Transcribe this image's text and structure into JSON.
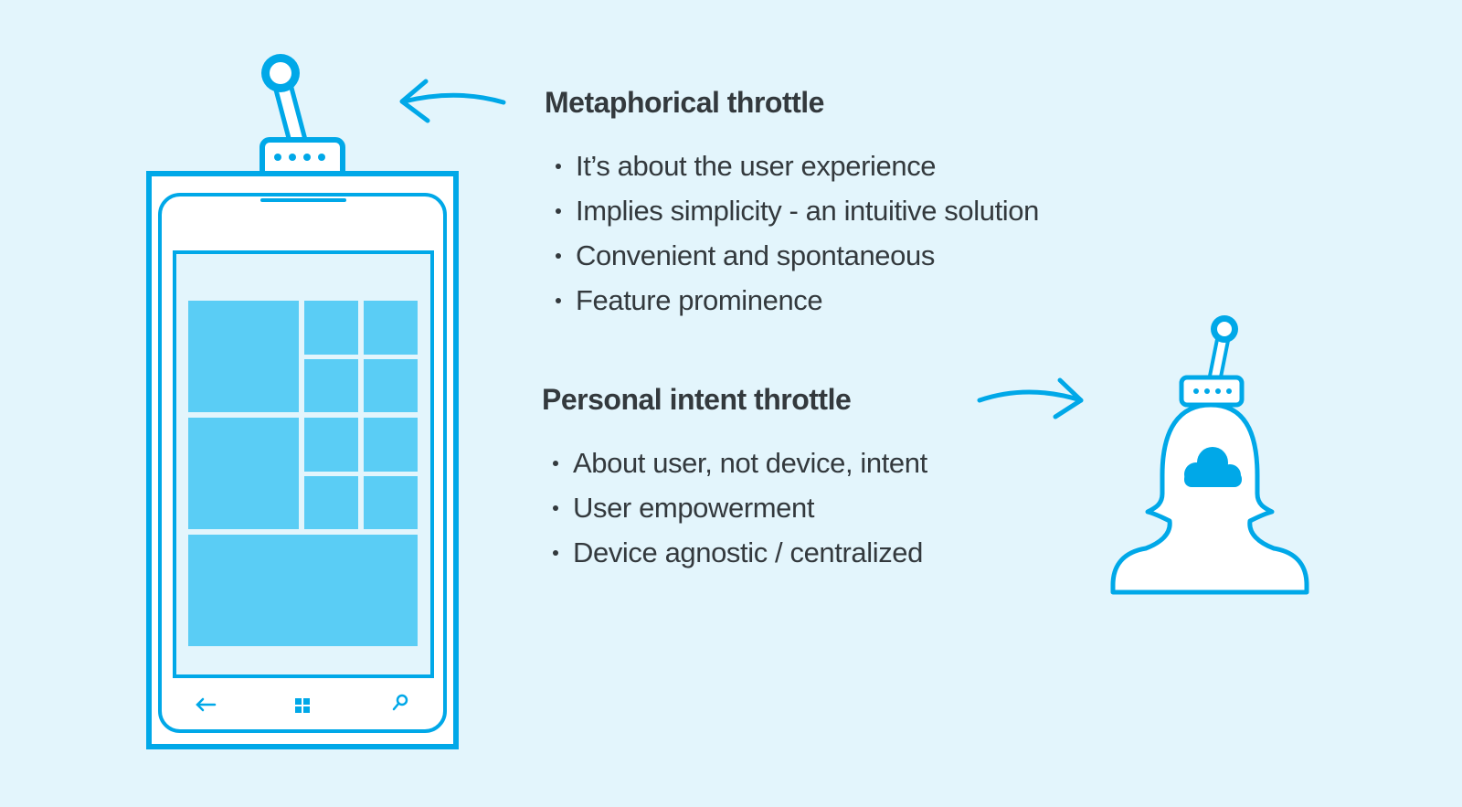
{
  "colors": {
    "background": "#e3f5fc",
    "accent": "#00a8e8",
    "tile_fill": "#5acdf5",
    "text": "#33393d"
  },
  "sections": [
    {
      "heading": "Metaphorical throttle",
      "bullets": [
        "It’s about the user experience",
        "Implies simplicity - an intuitive solution",
        "Convenient and spontaneous",
        "Feature prominence"
      ]
    },
    {
      "heading": "Personal intent throttle",
      "bullets": [
        "About user, not device, intent",
        "User empowerment",
        "Device agnostic / centralized"
      ]
    }
  ],
  "icons": {
    "phone": "phone-illustration",
    "person": "person-with-cloud-illustration",
    "left_arrow": "arrow-left-icon",
    "right_arrow": "arrow-right-icon",
    "phone_buttons": [
      "back-arrow-icon",
      "windows-logo-icon",
      "search-icon"
    ]
  }
}
